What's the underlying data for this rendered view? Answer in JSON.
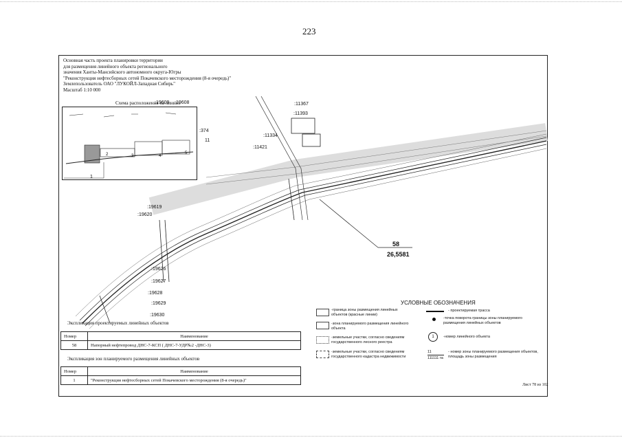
{
  "page_number": "223",
  "header": {
    "lines": [
      "Основная часть проекта планировки территории",
      "для размещения линейного объекта регионального",
      "значения Ханты-Мансийского автономного округа-Югры",
      "\"Реконструкция нефтесборных сетей Покачевского месторождения (8-я очередь)\"",
      "Землепользователь ОАО \"ЛУКОЙЛ-Западная Сибирь\"",
      "Масштаб 1:10 000"
    ]
  },
  "inset": {
    "title": "Схема расположения на линиях",
    "labels": [
      "1",
      "2",
      "3",
      "4",
      "5"
    ]
  },
  "map_labels": {
    "l1": ":19609",
    "l2": ":19608",
    "l3": ":11367",
    "l4": ":11393",
    "l5": ":374",
    "l6": "11",
    "l7": ":11334",
    "l8": ":11421",
    "l9": ":19619",
    "l10": ":19620",
    "l11": ":19626",
    "l12": ":19627",
    "l13": ":19628",
    "l14": ":19629",
    "l15": ":19630"
  },
  "callout": {
    "number": "58",
    "area": "26,5581"
  },
  "legend": {
    "title": "УСЛОВНЫЕ ОБОЗНАЧЕНИЯ",
    "items": [
      "-граница зоны размещения линейных объектов (красные линии)",
      "-зона планируемого размещения линейного объекта",
      "-земельные участки, согласно сведениям государственного лесного реестра",
      "-земельные участки, согласно сведениям государственного кадастра недвижимости",
      "- проектируемая трасса",
      "-точка поворота границы зоны планируемого размещения линейных объектов",
      "-номер линейного объекта",
      "- номер зоны планируемого размещения объектов, площадь зоны размещения"
    ],
    "circle_num": "1",
    "zone_num": "11",
    "zone_area": "111111 га"
  },
  "explication_lines": {
    "title": "Экспликация проектируемых линейных объектов",
    "headers": [
      "Номер",
      "Наименование"
    ],
    "rows": [
      [
        "58",
        "Напорный нефтепровод ДНС-7-КСП ( ДНС-7-УДР№2 -ДНС-3)"
      ]
    ]
  },
  "explication_zones": {
    "title": "Экспликация зон планируемого размещения линейных объектов",
    "headers": [
      "Номер",
      "Наименование"
    ],
    "rows": [
      [
        "1",
        "\"Реконструкция нефтесборных сетей Покачевского месторождения (8-я очередь)\""
      ]
    ]
  },
  "sheet_label": "Лист 78 из 102"
}
